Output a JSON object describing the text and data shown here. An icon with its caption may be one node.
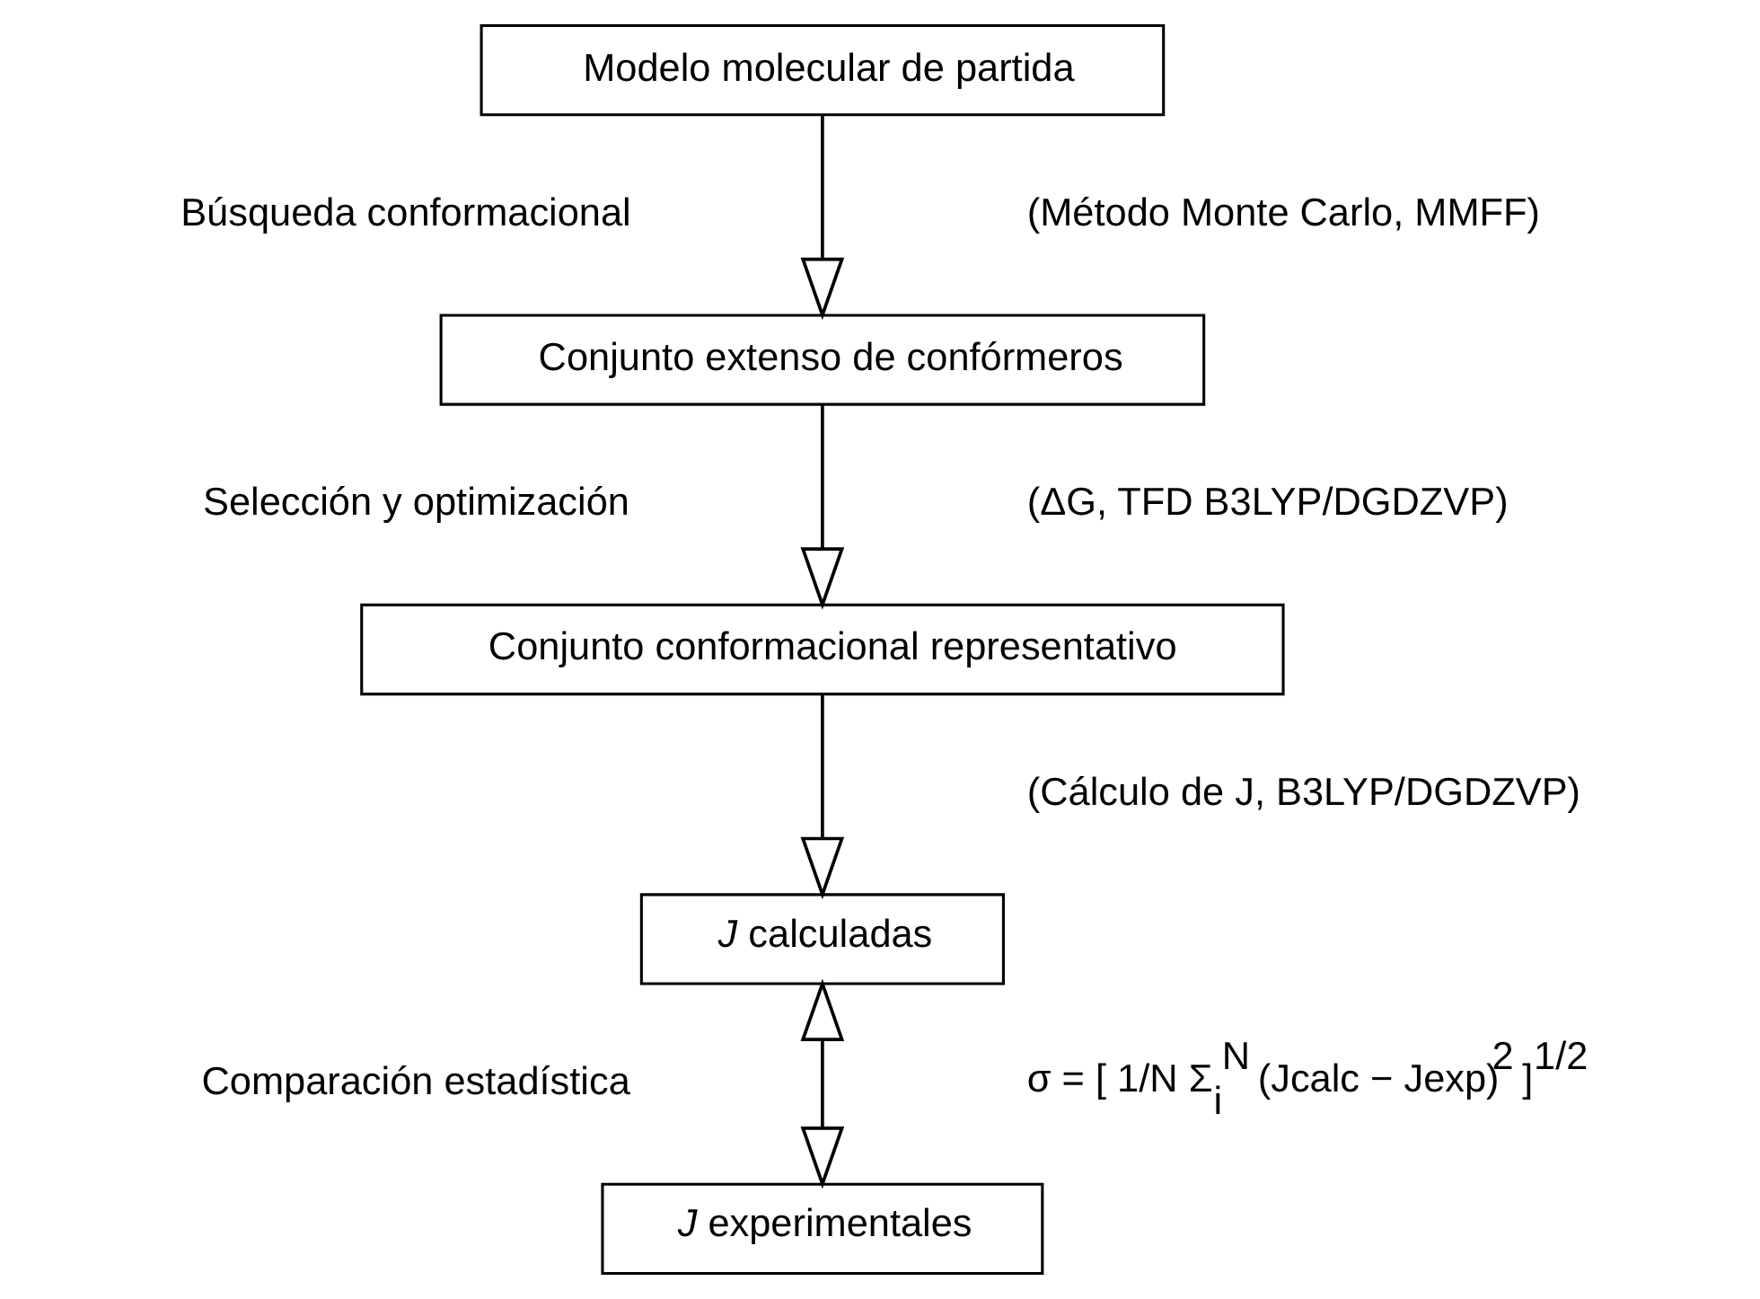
{
  "diagram": {
    "nodes": [
      {
        "text": [
          "Modelo molecular de partida"
        ]
      },
      {
        "text": [
          "Conjunto extenso de confórmeros"
        ]
      },
      {
        "text": [
          "Conjunto conformacional representativo"
        ]
      },
      {
        "text": [
          "*J* calculadas"
        ]
      },
      {
        "text": [
          "*J* experimentales"
        ]
      }
    ],
    "edges": [
      {
        "from": 0,
        "to": 1,
        "arrow": "to"
      },
      {
        "from": 1,
        "to": 2,
        "arrow": "to"
      },
      {
        "from": 2,
        "to": 3,
        "arrow": "to"
      },
      {
        "from": 3,
        "to": 4,
        "arrow": "both"
      }
    ],
    "labels": [
      "Búsqueda conformacional",
      "(Método Monte Carlo, MMFF)",
      "Selección y optimización",
      "(ΔG, TFD B3LYP/DGDZVP)",
      "(Cálculo de J, B3LYP/DGDZVP)",
      "Comparación estadística",
      "σ = [ 1/N Σ$_{i}$$^{N}$ (Jcalc − Jexp)$^{2}$ ]$^{1/2}$"
    ]
  }
}
